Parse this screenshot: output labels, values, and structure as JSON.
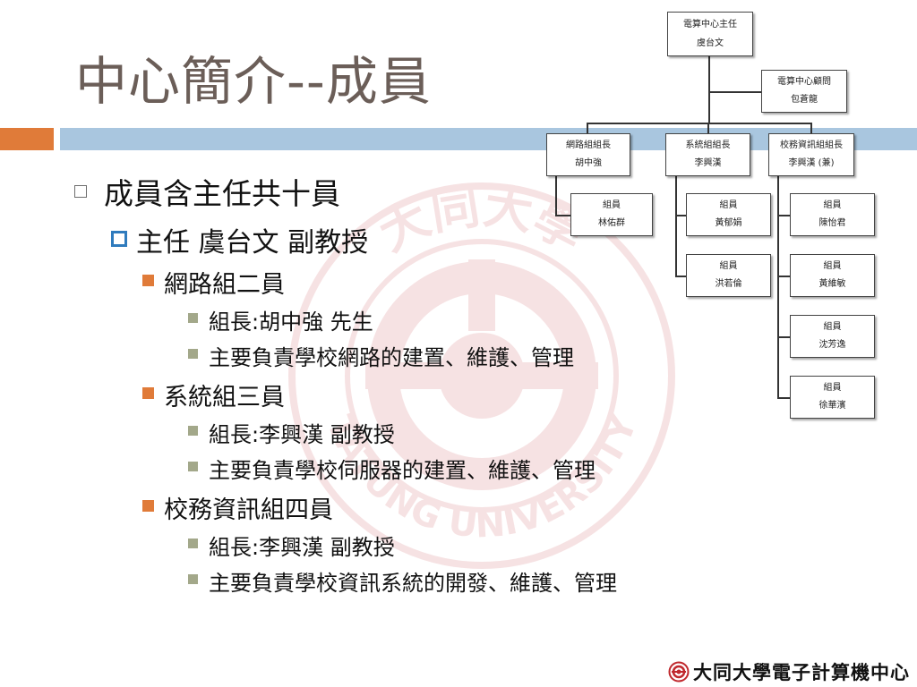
{
  "slide": {
    "title": "中心簡介--成員",
    "accent_orange": "#e07b39",
    "accent_blue": "#a9c6df"
  },
  "bullets": [
    {
      "level": 1,
      "text": "成員含主任共十員"
    },
    {
      "level": 2,
      "text": "主任  虞台文 副教授"
    },
    {
      "level": 3,
      "text": "網路組二員"
    },
    {
      "level": 4,
      "text": "組長:胡中強 先生"
    },
    {
      "level": 4,
      "text": "主要負責學校網路的建置、維護、管理"
    },
    {
      "level": 3,
      "text": "系統組三員"
    },
    {
      "level": 4,
      "text": "組長:李興漢 副教授"
    },
    {
      "level": 4,
      "text": "主要負責學校伺服器的建置、維護、管理"
    },
    {
      "level": 3,
      "text": "校務資訊組四員"
    },
    {
      "level": 4,
      "text": "組長:李興漢 副教授"
    },
    {
      "level": 4,
      "text": "主要負責學校資訊系統的開發、維護、管理"
    }
  ],
  "org_chart": {
    "director": {
      "role": "電算中心主任",
      "name": "虞台文"
    },
    "advisor": {
      "role": "電算中心顧問",
      "name": "包蒼龍"
    },
    "heads": [
      {
        "role": "網路組組長",
        "name": "胡中強"
      },
      {
        "role": "系統組組長",
        "name": "李興漢"
      },
      {
        "role": "校務資訊組組長",
        "name": "李興漢 (兼)"
      }
    ],
    "network_members": [
      {
        "role": "組員",
        "name": "林佑群"
      }
    ],
    "system_members": [
      {
        "role": "組員",
        "name": "黃郁娟"
      },
      {
        "role": "組員",
        "name": "洪若倫"
      }
    ],
    "info_members": [
      {
        "role": "組員",
        "name": "陳怡君"
      },
      {
        "role": "組員",
        "name": "黃維敏"
      },
      {
        "role": "組員",
        "name": "沈芳逸"
      },
      {
        "role": "組員",
        "name": "徐華濱"
      }
    ]
  },
  "footer": {
    "text": "大同大學電子計算機中心",
    "logo_icon": "tatung-university-logo-icon",
    "logo_color": "#c0282d"
  },
  "watermark": {
    "icon": "tatung-university-seal-icon",
    "color": "#c0282d",
    "text_cn": "大同大學",
    "text_en": "TATUNG UNIVERSITY"
  }
}
